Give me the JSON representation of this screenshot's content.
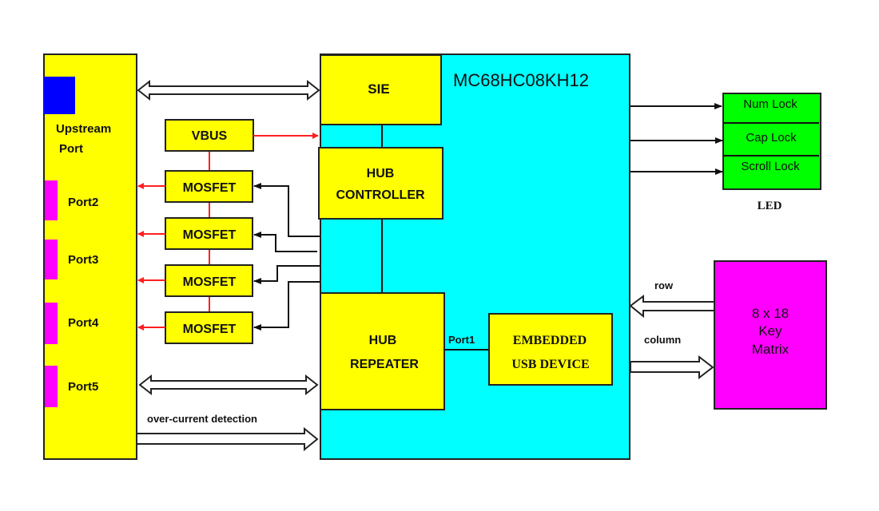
{
  "colors": {
    "yellow": "#ffff00",
    "cyan": "#00ffff",
    "blue": "#0000ff",
    "magenta": "#ff00ff",
    "green": "#00ff00",
    "red": "#ff2020",
    "line": "#111111"
  },
  "hub_block": {
    "upstream_port_label_line1": "Upstream",
    "upstream_port_label_line2": "Port",
    "ports": [
      "Port2",
      "Port3",
      "Port4",
      "Port5"
    ]
  },
  "power": {
    "vbus": "VBUS",
    "mosfets": [
      "MOSFET",
      "MOSFET",
      "MOSFET",
      "MOSFET"
    ]
  },
  "chip": {
    "name": "MC68HC08KH12",
    "sie": "SIE",
    "hub_controller_line1": "HUB",
    "hub_controller_line2": "CONTROLLER",
    "hub_repeater_line1": "HUB",
    "hub_repeater_line2": "REPEATER",
    "port_link_label": "Port1",
    "embedded_line1": "EMBEDDED",
    "embedded_line2": "USB DEVICE"
  },
  "bus_labels": {
    "over_current": "over-current detection"
  },
  "led": {
    "items": [
      "Num Lock",
      "Cap Lock",
      "Scroll Lock"
    ],
    "caption": "LED"
  },
  "key_matrix": {
    "line1": "8 x 18",
    "line2": "Key",
    "line3": "Matrix",
    "row_label": "row",
    "column_label": "column"
  }
}
